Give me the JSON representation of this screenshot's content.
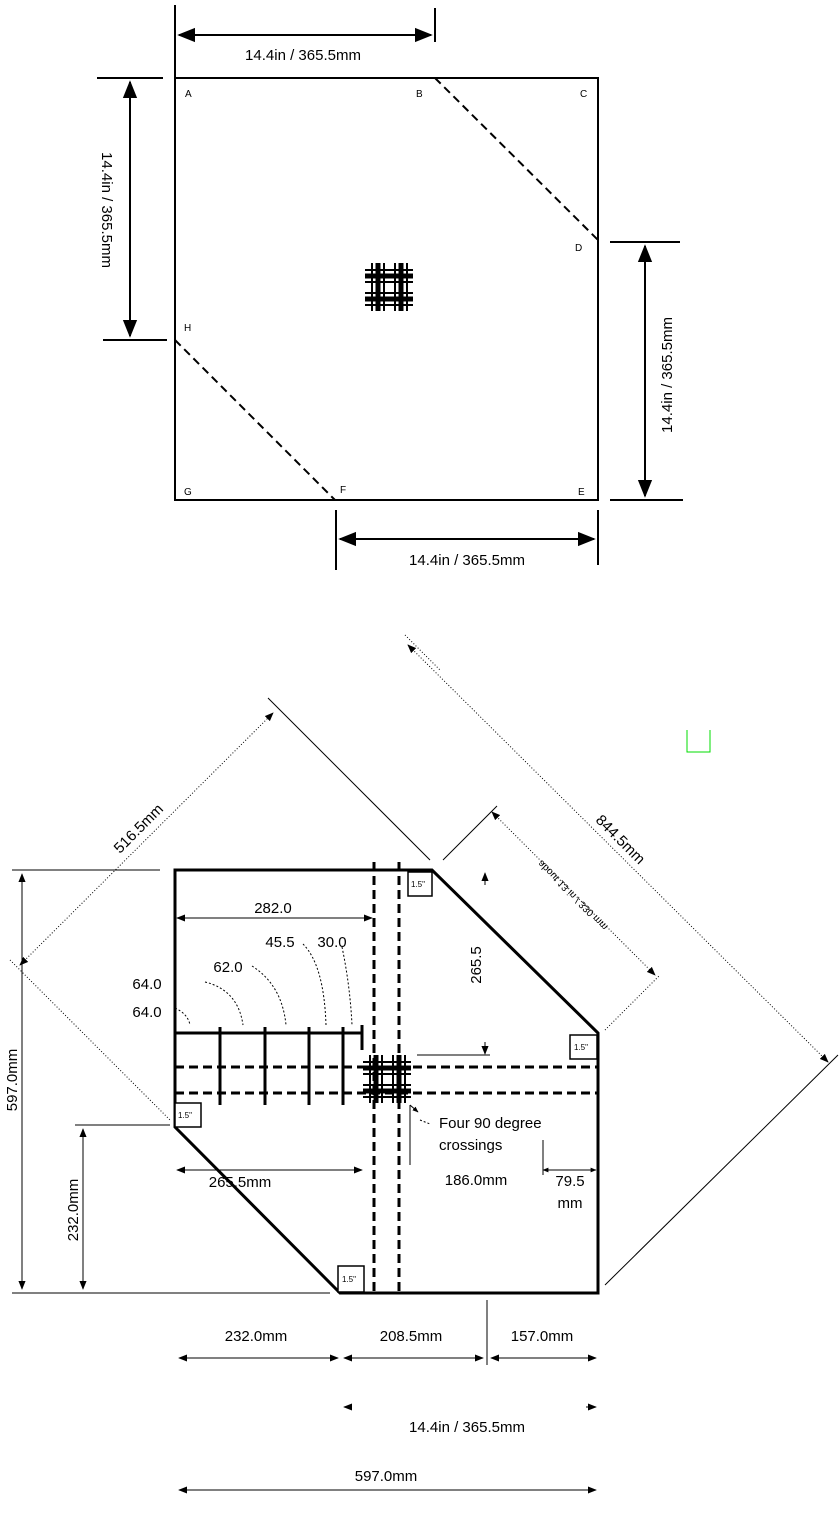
{
  "top_diagram": {
    "corner_labels": {
      "a": "A",
      "b": "B",
      "c": "C",
      "d": "D",
      "e": "E",
      "f": "F",
      "g": "G",
      "h": "H"
    },
    "dim_top": "14.4in / 365.5mm",
    "dim_left": "14.4in / 365.5mm",
    "dim_right": "14.4in / 365.5mm",
    "dim_bottom": "14.4in / 365.5mm"
  },
  "bottom_diagram": {
    "dim_282": "282.0",
    "dim_45": "45.5",
    "dim_30": "30.0",
    "dim_62": "62.0",
    "dim_64a": "64.0",
    "dim_64b": "64.0",
    "dim_265_vert": "265.5",
    "corner_box": "1.5\"",
    "crossings_line1": "Four 90 degree",
    "crossings_line2": "crossings",
    "dim_265mm": "265.5mm",
    "dim_186": "186.0mm",
    "dim_79_line1": "79.5",
    "dim_79_line2": "mm",
    "dim_232_vert": "232.0mm",
    "dim_597_vert": "597.0mm",
    "dim_516": "516.5mm",
    "dim_844": "844.5mm",
    "dim_about13": "about 13 in / 330 mm",
    "dim_232": "232.0mm",
    "dim_208": "208.5mm",
    "dim_157": "157.0mm",
    "dim_365": "14.4in / 365.5mm",
    "dim_597": "597.0mm"
  },
  "colors": {
    "marker": "#00dd00"
  }
}
